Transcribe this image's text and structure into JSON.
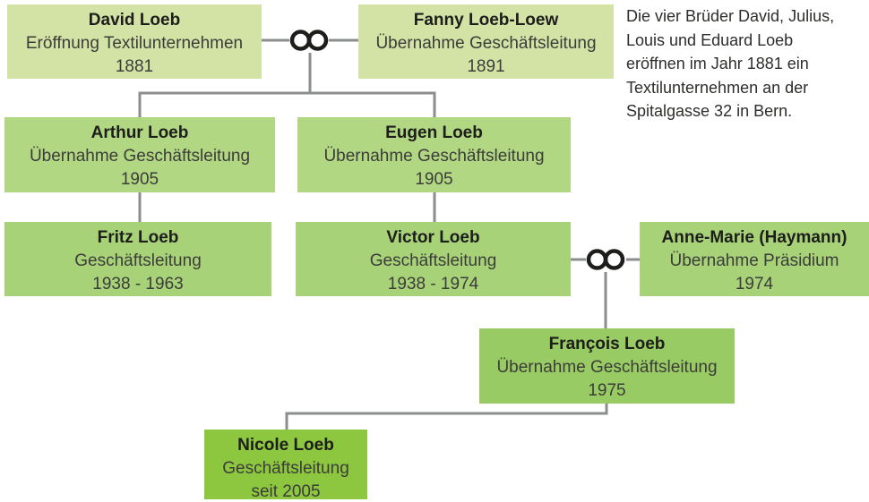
{
  "diagram": {
    "subject": "Loeb family business genealogy",
    "marriage_symbol": "∞",
    "colors": {
      "generation1_bg": "#d3e3a6",
      "generation2_bg": "#b2d783",
      "generation3_bg": "#a8d278",
      "generation4_bg": "#98cb63",
      "generation5_bg": "#8dc63f",
      "connector_line": "#8b8d8e",
      "name_text": "#1d1d1b",
      "secondary_text": "#3c3c3a"
    },
    "people": [
      {
        "name": "David Loeb",
        "role": "Eröffnung Textilunternehmen",
        "years": "1881"
      },
      {
        "name": "Fanny Loeb-Loew",
        "role": "Übernahme Geschäftsleitung",
        "years": "1891"
      },
      {
        "name": "Arthur Loeb",
        "role": "Übernahme Geschäftsleitung",
        "years": "1905"
      },
      {
        "name": "Eugen Loeb",
        "role": "Übernahme Geschäftsleitung",
        "years": "1905"
      },
      {
        "name": "Fritz Loeb",
        "role": "Geschäftsleitung",
        "years": "1938 - 1963"
      },
      {
        "name": "Victor Loeb",
        "role": "Geschäftsleitung",
        "years": "1938 - 1974"
      },
      {
        "name": "Anne-Marie (Haymann)",
        "role": "Übernahme Präsidium",
        "years": "1974"
      },
      {
        "name": "François Loeb",
        "role": "Übernahme Geschäftsleitung",
        "years": "1975"
      },
      {
        "name": "Nicole Loeb",
        "role": "Geschäftsleitung",
        "years": "seit 2005"
      }
    ],
    "note": {
      "lines": [
        "Die vier Brüder David, Julius,",
        "Louis und Eduard Loeb",
        "eröffnen im Jahr 1881 ein",
        "Textilunternehmen an der",
        "Spitalgasse 32 in Bern."
      ]
    }
  }
}
